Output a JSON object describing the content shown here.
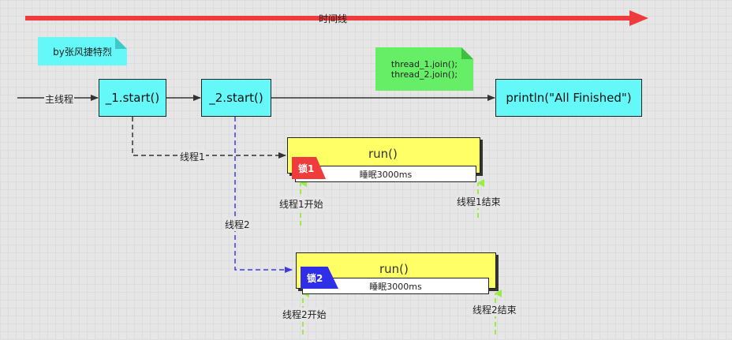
{
  "timeline": {
    "label": "时间线",
    "color": "#ef3b3b"
  },
  "author_note": {
    "text": "by张风捷特烈",
    "color": "#64f8f8"
  },
  "main_thread": {
    "label": "主线程"
  },
  "nodes": {
    "start1": "_1.start()",
    "start2": "_2.start()",
    "finished": "println(\"All Finished\")"
  },
  "join_note": {
    "lines": [
      "thread_1.join();",
      "thread_2.join();"
    ],
    "color": "#66ee66"
  },
  "threads": [
    {
      "label": "线程1",
      "run": "run()",
      "lock": "锁1",
      "lock_color": "#ef3b3b",
      "sleep": "睡眠3000ms",
      "start_label": "线程1开始",
      "end_label": "线程1结束",
      "line_color": "#333333"
    },
    {
      "label": "线程2",
      "run": "run()",
      "lock": "锁2",
      "lock_color": "#2f2fe8",
      "sleep": "睡眠3000ms",
      "start_label": "线程2开始",
      "end_label": "线程2结束",
      "line_color": "#3a3ae6"
    }
  ],
  "marker_color": "#99ee44",
  "box_color": "#64f8f8",
  "run_box_color": "#ffff66"
}
